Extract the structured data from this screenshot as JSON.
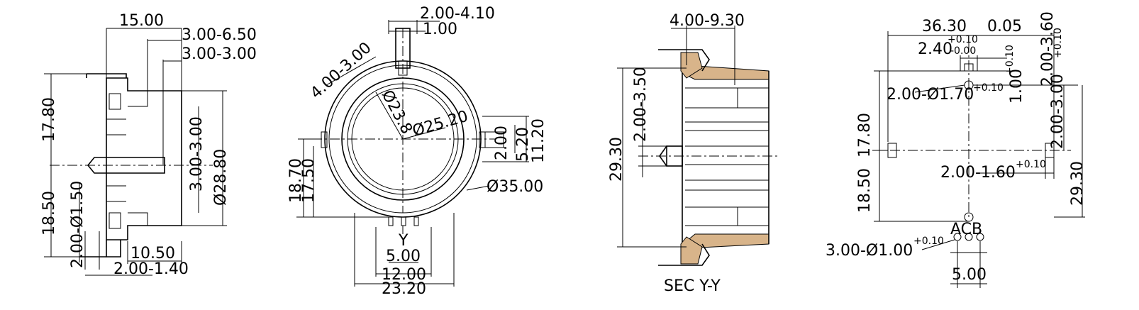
{
  "views": {
    "side": {
      "dim_15": "15.00",
      "dim_3_650": "3.00-6.50",
      "dim_3_300": "3.00-3.00",
      "dim_1780": "17.80",
      "dim_1850": "18.50",
      "dim_3_300v": "3.00-3.00",
      "dim_2880": "Ø28.80",
      "dim_2_150": "2.00-Ø1.50",
      "dim_1050": "10.50",
      "dim_2_140": "2.00-1.40"
    },
    "front": {
      "dim_2_410": "2.00-4.10",
      "dim_100": "1.00",
      "dim_4_300": "4.00-3.00",
      "dim_238": "Ø23.8",
      "dim_2520": "Ø25.20",
      "dim_200": "2.00",
      "dim_520": "5.20",
      "dim_1120": "11.20",
      "dim_1870": "18.70",
      "dim_1750": "17.50",
      "dim_3500": "Ø35.00",
      "label_y": "Y",
      "dim_500": "5.00",
      "dim_1200": "12.00",
      "dim_2320": "23.20"
    },
    "section": {
      "dim_4_930": "4.00-9.30",
      "dim_2_350": "2.00-3.50",
      "dim_2930": "29.30",
      "title": "SEC Y-Y"
    },
    "pcb": {
      "dim_3630": "36.30",
      "tol_005": "0.05",
      "dim_240": "2.40",
      "tol_p010": "+0.10",
      "tol_m000": "-0.00",
      "dim_100v": "1.00",
      "dim_2_170": "2.00-Ø1.70",
      "dim_2_360": "2.00-3.60",
      "dim_1780": "17.80",
      "dim_2_300": "2.00-3.00",
      "dim_1850": "18.50",
      "dim_2_160": "2.00-1.60",
      "dim_2930": "29.30",
      "pin_labels": "ACB",
      "dim_3_100": "3.00-Ø1.00",
      "dim_500": "5.00"
    }
  }
}
